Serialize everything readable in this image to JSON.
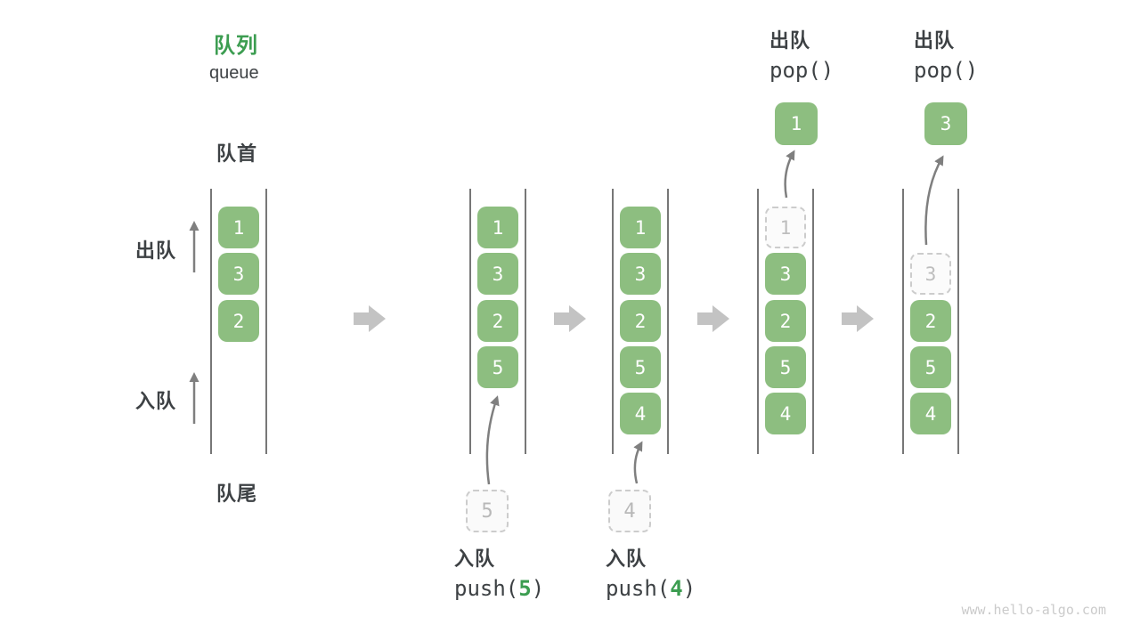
{
  "title": {
    "zh": "队列",
    "en": "queue"
  },
  "side_labels": {
    "front": "队首",
    "rear": "队尾",
    "dequeue": "出队",
    "enqueue": "入队"
  },
  "watermark": "www.hello-algo.com",
  "colors": {
    "item_green": "#8dbe80",
    "accent_green": "#3c9d51",
    "dark_text": "#3d4144",
    "rail": "#4a4a4a",
    "big_arrow": "#c3c3c3",
    "thin_arrow": "#7f7f7f",
    "ghost_border": "#cccccc",
    "ghost_fill": "#fbfbfb",
    "ghost_text": "#bdbdbd",
    "watermark_gray": "#cbcbcb"
  },
  "states": [
    {
      "cells": [
        {
          "value": "1",
          "slot": 0
        },
        {
          "value": "3",
          "slot": 1
        },
        {
          "value": "2",
          "slot": 2
        }
      ]
    },
    {
      "cells": [
        {
          "value": "1",
          "slot": 0
        },
        {
          "value": "3",
          "slot": 1
        },
        {
          "value": "2",
          "slot": 2
        },
        {
          "value": "5",
          "slot": 3
        }
      ],
      "pending": {
        "value": "5"
      },
      "op": {
        "zh": "入队",
        "code_pre": "push(",
        "arg": "5",
        "code_post": ")",
        "position": "bottom"
      }
    },
    {
      "cells": [
        {
          "value": "1",
          "slot": 0
        },
        {
          "value": "3",
          "slot": 1
        },
        {
          "value": "2",
          "slot": 2
        },
        {
          "value": "5",
          "slot": 3
        },
        {
          "value": "4",
          "slot": 4
        }
      ],
      "pending": {
        "value": "4"
      },
      "op": {
        "zh": "入队",
        "code_pre": "push(",
        "arg": "4",
        "code_post": ")",
        "position": "bottom"
      }
    },
    {
      "cells": [
        {
          "value": "1",
          "slot": 0,
          "ghost": true
        },
        {
          "value": "3",
          "slot": 1
        },
        {
          "value": "2",
          "slot": 2
        },
        {
          "value": "5",
          "slot": 3
        },
        {
          "value": "4",
          "slot": 4
        }
      ],
      "popped": {
        "value": "1"
      },
      "op": {
        "zh": "出队",
        "code": "pop()",
        "position": "top"
      }
    },
    {
      "cells": [
        {
          "value": "3",
          "slot": 1,
          "ghost": true
        },
        {
          "value": "2",
          "slot": 2
        },
        {
          "value": "5",
          "slot": 3
        },
        {
          "value": "4",
          "slot": 4
        }
      ],
      "popped": {
        "value": "3"
      },
      "op": {
        "zh": "出队",
        "code": "pop()",
        "position": "top"
      }
    }
  ]
}
